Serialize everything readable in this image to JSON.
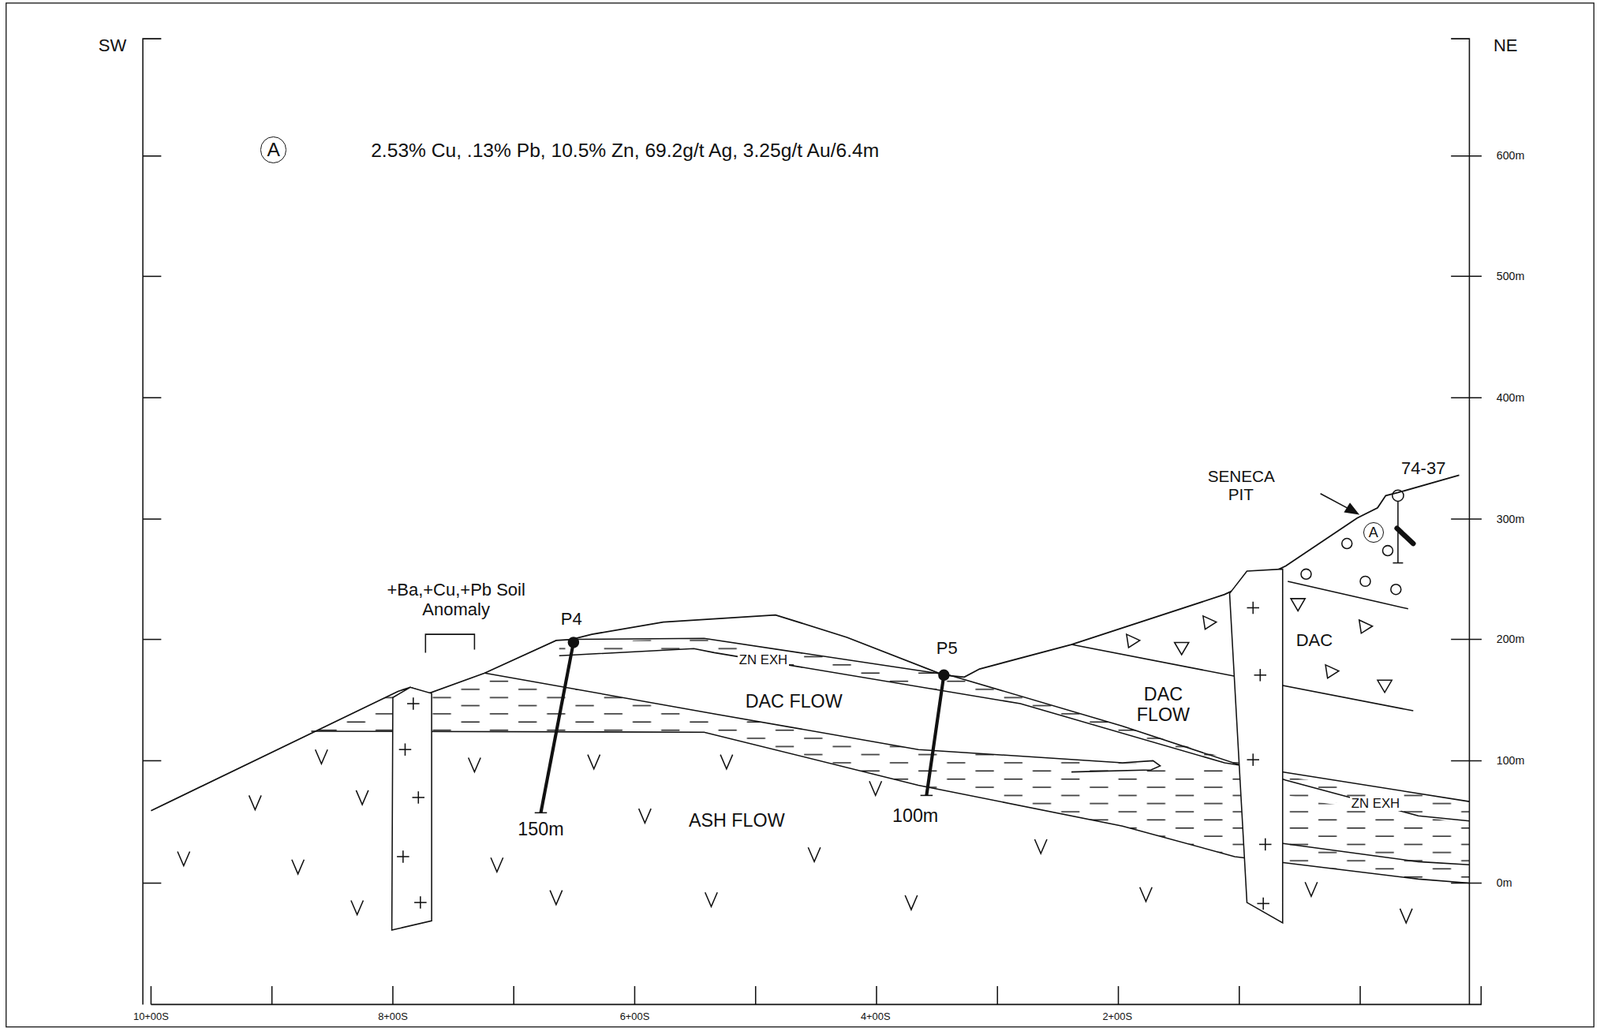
{
  "diagram": {
    "nodes": [
      {
        "text": [
          "A"
        ]
      },
      {
        "text": [
          "A"
        ]
      }
    ],
    "labels": [
      "SW",
      "NE",
      "2.53% Cu, .13% Pb, 10.5% Zn, 69.2g/t Ag, 3.25g/t Au/6.4m",
      "600m",
      "500m",
      "400m",
      "300m",
      "200m",
      "100m",
      "0m",
      "+Ba,+Cu,+Pb Soil Anomaly",
      "P4",
      "P5",
      "ZN EXH",
      "DAC FLOW",
      "ASH FLOW",
      "150m",
      "100m",
      "SENECA PIT",
      "74-37",
      "DAC",
      "DAC FLOW",
      "ZN EXH",
      "10+00S",
      "8+00S",
      "6+00S",
      "4+00S",
      "2+00S"
    ]
  }
}
